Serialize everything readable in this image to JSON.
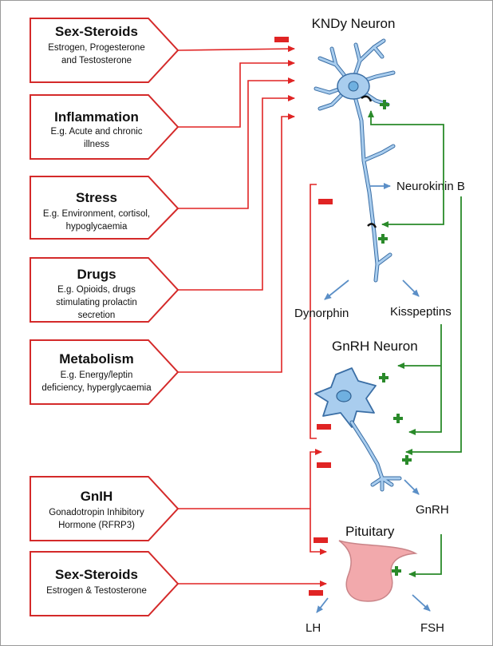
{
  "factors": [
    {
      "title": "Sex-Steroids",
      "lines": [
        "Estrogen, Progesterone",
        "and Testosterone"
      ]
    },
    {
      "title": "Inflammation",
      "lines": [
        "E.g. Acute and chronic",
        "illness"
      ]
    },
    {
      "title": "Stress",
      "lines": [
        "E.g. Environment, cortisol,",
        "hypoglycaemia"
      ]
    },
    {
      "title": "Drugs",
      "lines": [
        "E.g. Opioids, drugs",
        "stimulating prolactin",
        "secretion"
      ]
    },
    {
      "title": "Metabolism",
      "lines": [
        "E.g. Energy/leptin",
        "deficiency, hyperglycaemia"
      ]
    },
    {
      "title": "GnIH",
      "lines": [
        "Gonadotropin Inhibitory",
        "Hormone (RFRP3)"
      ]
    },
    {
      "title": "Sex-Steroids",
      "lines": [
        "Estrogen & Testosterone"
      ]
    }
  ],
  "labels": {
    "kndy_neuron": "KNDy Neuron",
    "neurokinin_b": "Neurokinin B",
    "dynorphin": "Dynorphin",
    "kisspeptins": "Kisspeptins",
    "gnrh_neuron": "GnRH Neuron",
    "gnrh": "GnRH",
    "pituitary": "Pituitary",
    "lh": "LH",
    "fsh": "FSH"
  },
  "colors": {
    "inhibit": "#e02424",
    "stimulate": "#2a8a2a",
    "secretion": "#5b8fc7",
    "neuron_fill": "#a9cdee",
    "neuron_stroke": "#3a6ea5",
    "pituitary_fill": "#f2a9ac",
    "box_stroke": "#d42a2a"
  }
}
